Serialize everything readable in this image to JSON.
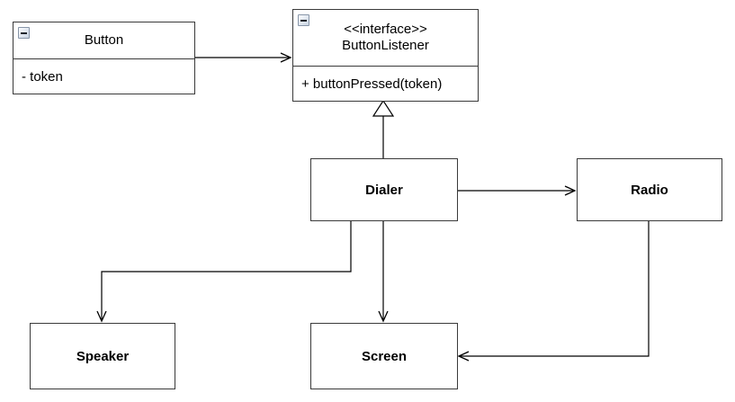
{
  "diagram": {
    "title": "Button / ButtonListener UML class diagram",
    "type": "uml-class-diagram",
    "background": "#ffffff",
    "line_color": "#000000",
    "border_color": "#3a3a3a"
  },
  "nodes": {
    "button": {
      "name": "Button",
      "collapse_icon": "collapse-minus-icon",
      "members": [
        "- token"
      ]
    },
    "button_listener": {
      "stereotype": "<<interface>>",
      "name": "ButtonListener",
      "collapse_icon": "collapse-minus-icon",
      "members": [
        "+ buttonPressed(token)"
      ]
    },
    "dialer": {
      "name": "Dialer"
    },
    "radio": {
      "name": "Radio"
    },
    "speaker": {
      "name": "Speaker"
    },
    "screen": {
      "name": "Screen"
    }
  },
  "edges": [
    {
      "id": "button-to-buttonlistener",
      "from": "Button",
      "to": "ButtonListener",
      "kind": "association",
      "arrow": "open"
    },
    {
      "id": "dialer-to-buttonlistener",
      "from": "Dialer",
      "to": "ButtonListener",
      "kind": "realization",
      "arrow": "hollow-triangle"
    },
    {
      "id": "dialer-to-radio",
      "from": "Dialer",
      "to": "Radio",
      "kind": "association",
      "arrow": "open"
    },
    {
      "id": "dialer-to-speaker",
      "from": "Dialer",
      "to": "Speaker",
      "kind": "association",
      "arrow": "open"
    },
    {
      "id": "dialer-to-screen",
      "from": "Dialer",
      "to": "Screen",
      "kind": "association",
      "arrow": "open"
    },
    {
      "id": "radio-to-screen",
      "from": "Radio",
      "to": "Screen",
      "kind": "association",
      "arrow": "open"
    }
  ]
}
